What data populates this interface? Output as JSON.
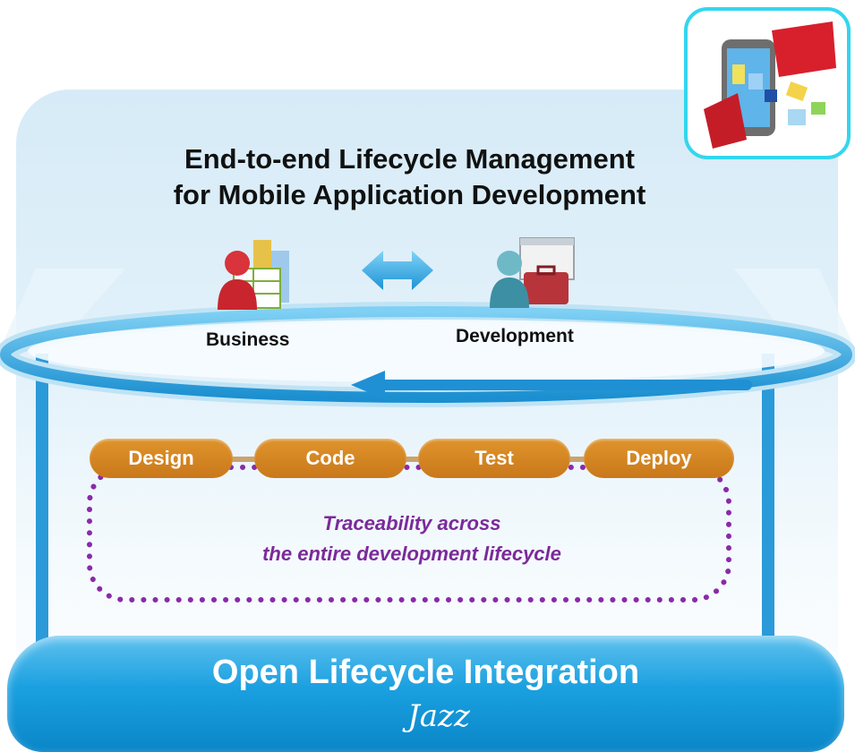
{
  "title_line1": "End-to-end Lifecycle Management",
  "title_line2": "for Mobile Application Development",
  "roles": {
    "business": "Business",
    "development": "Development"
  },
  "phases": [
    "Design",
    "Code",
    "Test",
    "Deploy"
  ],
  "traceability": {
    "line1": "Traceability across",
    "line2": "the entire development lifecycle"
  },
  "base": {
    "title": "Open Lifecycle Integration",
    "logo_text": "Jazz"
  },
  "colors": {
    "phase": "#d4841f",
    "trace": "#7b2a9a",
    "base": "#1aa0e0",
    "loop": "#3fa7dc",
    "badge_border": "#33d6ee"
  },
  "icons": [
    "business-user-icon",
    "bidirectional-arrow-icon",
    "developer-user-icon",
    "mobile-app-icon"
  ]
}
